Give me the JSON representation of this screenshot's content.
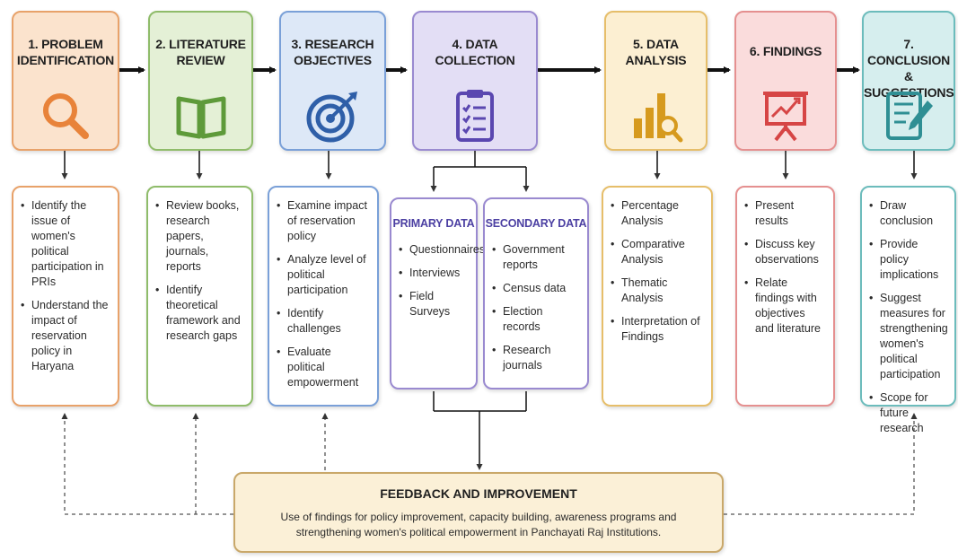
{
  "steps": [
    {
      "title": "1. PROBLEM\nIDENTIFICATION",
      "icon": "magnifier-icon",
      "items": [
        "Identify the issue of women's political participation in PRIs",
        "Understand the impact of reservation policy in Haryana"
      ]
    },
    {
      "title": "2. LITERATURE\nREVIEW",
      "icon": "open-book-icon",
      "items": [
        "Review books, research papers, journals, reports",
        "Identify theoretical framework and research gaps"
      ]
    },
    {
      "title": "3. RESEARCH\nOBJECTIVES",
      "icon": "target-icon",
      "items": [
        "Examine impact of reservation policy",
        "Analyze level of political participation",
        "Identify challenges",
        "Evaluate political empowerment"
      ]
    },
    {
      "title": "4. DATA\nCOLLECTION",
      "icon": "clipboard-checklist-icon",
      "primary": {
        "title": "PRIMARY DATA",
        "items": [
          "Questionnaires",
          "Interviews",
          "Field Surveys"
        ]
      },
      "secondary": {
        "title": "SECONDARY DATA",
        "items": [
          "Government reports",
          "Census data",
          "Election records",
          "Research journals"
        ]
      }
    },
    {
      "title": "5. DATA\nANALYSIS",
      "icon": "bar-chart-magnifier-icon",
      "items": [
        "Percentage Analysis",
        "Comparative Analysis",
        "Thematic Analysis",
        "Interpretation of Findings"
      ]
    },
    {
      "title": "6. FINDINGS",
      "icon": "presentation-board-icon",
      "items": [
        "Present results",
        "Discuss key observations",
        "Relate findings with objectives and literature"
      ]
    },
    {
      "title": "7. CONCLUSION\n& SUGGESTIONS",
      "icon": "document-pen-icon",
      "items": [
        "Draw conclusion",
        "Provide policy implications",
        "Suggest measures for strengthening women's political participation",
        "Scope for future research"
      ]
    }
  ],
  "feedback": {
    "title": "FEEDBACK AND IMPROVEMENT",
    "text": "Use of findings for policy improvement, capacity building, awareness programs and strengthening women's political empowerment in Panchayati Raj Institutions."
  },
  "colors": {
    "step1": {
      "border": "#e8a26a",
      "fill": "#fbe3cd",
      "icon": "#e8833a"
    },
    "step2": {
      "border": "#8fbc6a",
      "fill": "#e4f0d6",
      "icon": "#5e9a3a"
    },
    "step3": {
      "border": "#7aa0d8",
      "fill": "#dde8f7",
      "icon": "#2f5fa8"
    },
    "step4": {
      "border": "#9a8ad0",
      "fill": "#e3def5",
      "icon": "#5a47b0"
    },
    "step5": {
      "border": "#e6be6a",
      "fill": "#fcefd2",
      "icon": "#d69a1e"
    },
    "step6": {
      "border": "#e59090",
      "fill": "#fadcdc",
      "icon": "#d64545"
    },
    "step7": {
      "border": "#6cbcbc",
      "fill": "#d6eeee",
      "icon": "#2f8f94"
    },
    "feedback": {
      "border": "#c9a86a",
      "fill": "#fbf0d7"
    }
  }
}
